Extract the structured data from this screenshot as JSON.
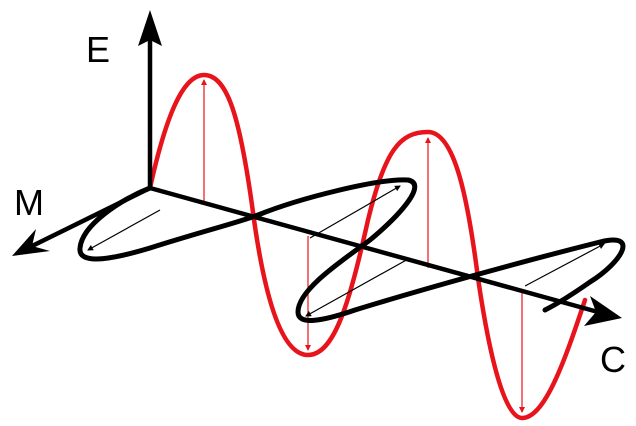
{
  "labels": {
    "e_axis": "E",
    "m_axis": "M",
    "c_axis": "C"
  },
  "colors": {
    "electric_wave": "#e8141c",
    "magnetic_wave": "#000000",
    "axes": "#000000",
    "background": "#ffffff"
  },
  "diagram": {
    "type": "electromagnetic-wave",
    "electric_field_color_name": "red",
    "magnetic_field_color_name": "black"
  }
}
